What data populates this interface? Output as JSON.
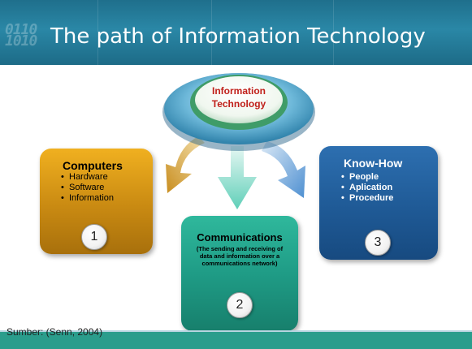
{
  "slide": {
    "title": "The path of Information Technology",
    "header_digits": "0110\n1010",
    "source": "Sumber: (Senn, 2004)"
  },
  "center": {
    "line1": "Information",
    "line2": "Technology"
  },
  "nodes": {
    "computers": {
      "title": "Computers",
      "items": [
        "Hardware",
        "Software",
        "Information"
      ],
      "number": "1"
    },
    "communications": {
      "title": "Communications",
      "desc_line1": "(The sending and receiving of",
      "desc_line2": "data and information over a",
      "desc_line3": "communications network)",
      "number": "2"
    },
    "knowhow": {
      "title": "Know-How",
      "items": [
        "People",
        "Aplication",
        "Procedure"
      ],
      "number": "3"
    }
  },
  "colors": {
    "header": "#1f6f8c",
    "computers": "#c98a12",
    "communications": "#1f9c86",
    "knowhow": "#1f5a96",
    "center_text": "#c0201a",
    "footer": "#2a9d8c"
  },
  "icons": [
    "arrow-left-icon",
    "arrow-down-icon",
    "arrow-right-icon"
  ]
}
